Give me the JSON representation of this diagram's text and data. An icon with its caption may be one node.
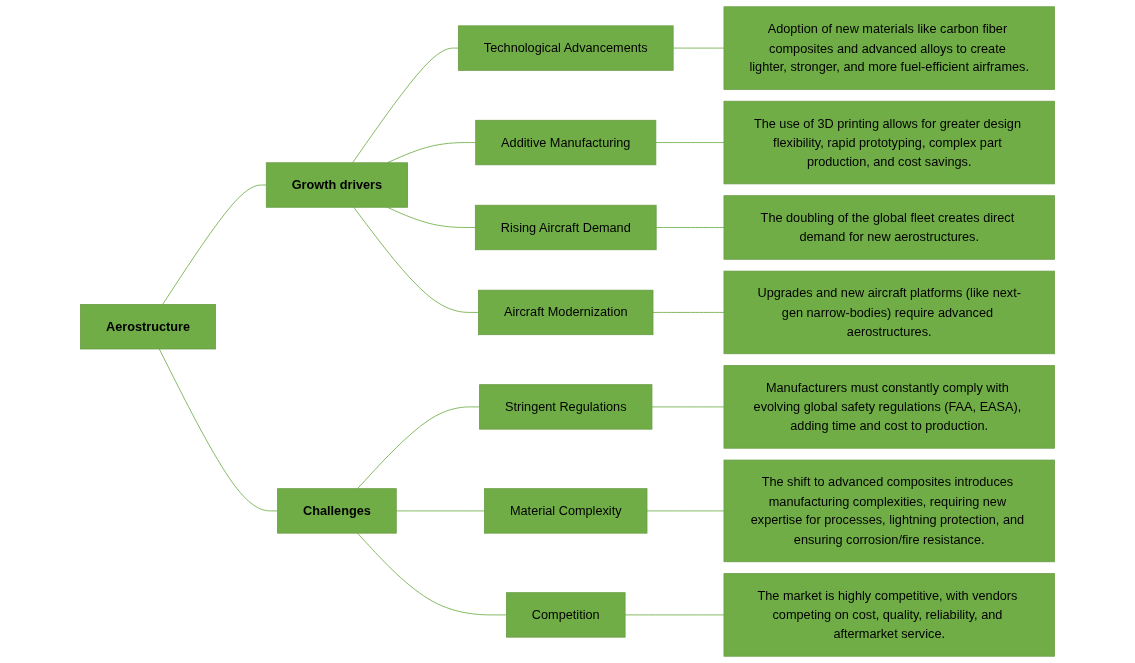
{
  "diagram": {
    "nodes": [
      {
        "text": [
          "Aerostructure"
        ]
      },
      {
        "text": [
          "Growth drivers"
        ]
      },
      {
        "text": [
          "Technological Advancements"
        ]
      },
      {
        "text": [
          "Adoption of new materials like carbon fiber composites and advanced alloys to create lighter, stronger, and more fuel-efficient airframes."
        ]
      },
      {
        "text": [
          "Additive Manufacturing"
        ]
      },
      {
        "text": [
          "The use of 3D printing allows for greater design flexibility, rapid prototyping, complex part production, and cost savings."
        ]
      },
      {
        "text": [
          "Rising Aircraft Demand"
        ]
      },
      {
        "text": [
          "The doubling of the global fleet creates direct demand for new aerostructures."
        ]
      },
      {
        "text": [
          "Aircraft Modernization"
        ]
      },
      {
        "text": [
          "Upgrades and new aircraft platforms (like next-gen narrow-bodies) require advanced aerostructures."
        ]
      },
      {
        "text": [
          "Challenges"
        ]
      },
      {
        "text": [
          "Stringent Regulations"
        ]
      },
      {
        "text": [
          "Manufacturers must constantly comply with evolving global safety regulations (FAA, EASA), adding time and cost to production."
        ]
      },
      {
        "text": [
          "Material Complexity"
        ]
      },
      {
        "text": [
          "The shift to advanced composites introduces manufacturing complexities, requiring new expertise for processes, lightning protection, and ensuring corrosion/fire resistance."
        ]
      },
      {
        "text": [
          "Competition"
        ]
      },
      {
        "text": [
          "The market is highly competitive, with vendors competing on cost, quality, reliability, and aftermarket service."
        ]
      }
    ],
    "edges": [
      {
        "from": 0,
        "to": 1,
        "arrow": "none"
      },
      {
        "from": 0,
        "to": 10,
        "arrow": "none"
      },
      {
        "from": 1,
        "to": 2,
        "arrow": "none"
      },
      {
        "from": 1,
        "to": 4,
        "arrow": "none"
      },
      {
        "from": 1,
        "to": 6,
        "arrow": "none"
      },
      {
        "from": 1,
        "to": 8,
        "arrow": "none"
      },
      {
        "from": 2,
        "to": 3,
        "arrow": "none"
      },
      {
        "from": 4,
        "to": 5,
        "arrow": "none"
      },
      {
        "from": 6,
        "to": 7,
        "arrow": "none"
      },
      {
        "from": 8,
        "to": 9,
        "arrow": "none"
      },
      {
        "from": 10,
        "to": 11,
        "arrow": "none"
      },
      {
        "from": 10,
        "to": 13,
        "arrow": "none"
      },
      {
        "from": 10,
        "to": 15,
        "arrow": "none"
      },
      {
        "from": 11,
        "to": 12,
        "arrow": "none"
      },
      {
        "from": 13,
        "to": 14,
        "arrow": "none"
      },
      {
        "from": 15,
        "to": 16,
        "arrow": "none"
      }
    ]
  }
}
